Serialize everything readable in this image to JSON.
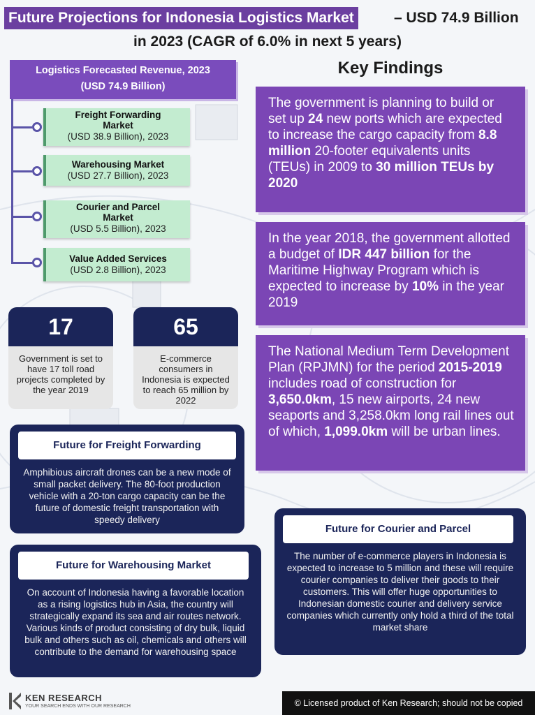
{
  "header": {
    "title_highlight": "Future Projections for Indonesia Logistics Market",
    "title_rest": "– USD 74.9 Billion",
    "title_line2": "in 2023 (CAGR of 6.0% in next 5 years)"
  },
  "revenue": {
    "line1": "Logistics Forecasted Revenue, 2023",
    "line2": "(USD 74.9 Billion)",
    "segments": [
      {
        "name": "Freight Forwarding Market",
        "value": "(USD 38.9 Billion), 2023"
      },
      {
        "name": "Warehousing Market",
        "value": "(USD 27.7 Billion), 2023"
      },
      {
        "name": "Courier and Parcel Market",
        "value": "(USD 5.5 Billion), 2023"
      },
      {
        "name": "Value Added Services",
        "value": "(USD 2.8 Billion), 2023"
      }
    ]
  },
  "key_findings": {
    "title": "Key Findings",
    "f1": [
      "The government is planning to build or set up ",
      "24",
      " new ports which are expected to increase the cargo capacity from ",
      "8.8 million",
      " 20-footer equivalents units (TEUs) in 2009 to ",
      "30 million TEUs by 2020"
    ],
    "f2": [
      "In the year 2018, the government allotted a budget of ",
      "IDR 447 billion",
      " for the Maritime Highway Program which is expected to increase by ",
      "10%",
      " in the year 2019"
    ],
    "f3": [
      "The National Medium Term Development Plan (RPJMN) for the period ",
      "2015-2019",
      " includes road of construction for ",
      "3,650.0km",
      ", 15 new airports, 24 new seaports and 3,258.0km long rail lines out of which, ",
      "1,099.0km",
      " will be urban lines."
    ]
  },
  "stats": [
    {
      "number": "17",
      "desc": "Government is set to have 17 toll road projects completed by the year 2019"
    },
    {
      "number": "65",
      "desc": "E-commerce consumers in Indonesia is expected to reach 65 million by 2022"
    }
  ],
  "panels": {
    "freight": {
      "title": "Future for Freight Forwarding",
      "body": "Amphibious aircraft drones can be a new mode of small packet delivery. The 80-foot production vehicle with a 20-ton cargo capacity can be the future of domestic freight transportation with speedy delivery"
    },
    "warehousing": {
      "title": "Future for Warehousing Market",
      "body": "On account of Indonesia having a favorable location as a rising logistics hub in Asia, the country will strategically expand its sea and air routes network. Various kinds of product consisting of dry bulk, liquid bulk and others such as oil, chemicals and others will contribute to the demand for warehousing space"
    },
    "courier": {
      "title": "Future for Courier and Parcel",
      "body": "The number of e-commerce players in Indonesia is expected to increase to 5 million and these will require courier companies to deliver their goods to their customers. This will offer huge opportunities to Indonesian domestic courier and delivery service companies which currently only hold a third of the total market share"
    }
  },
  "footer": {
    "logo_name": "KEN RESEARCH",
    "logo_tag": "YOUR SEARCH ENDS WITH OUR RESEARCH",
    "license": "© Licensed product of Ken Research; should not be copied"
  },
  "colors": {
    "purple": "#7b46b5",
    "navy": "#1b2559",
    "green": "#c3ecd0"
  }
}
